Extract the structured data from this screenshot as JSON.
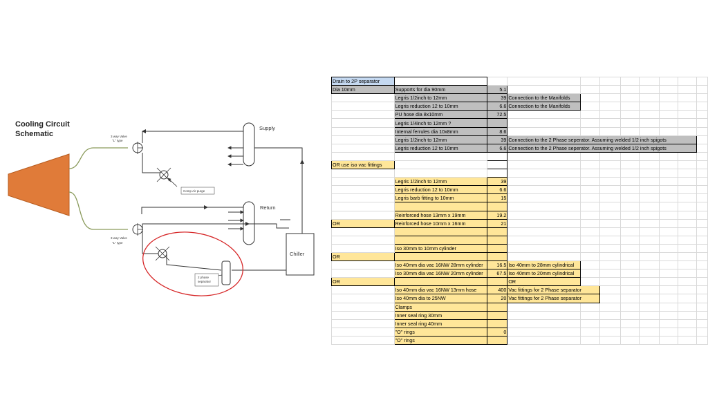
{
  "schematic": {
    "title_line1": "Cooling Circuit",
    "title_line2": "Schematic",
    "valve_top_line1": "3 way Valve",
    "valve_top_line2": "\"L\" type",
    "valve_bottom_line1": "3 way Valve",
    "valve_bottom_line2": "\"L\" type",
    "comp_air_purge": "Comp Air purge",
    "supply": "Supply",
    "return": "Return",
    "chiller": "Chiller",
    "separator_line1": "2 phase",
    "separator_line2": "separator",
    "colors": {
      "device": "#e07b39",
      "hose": "#8a9a5b",
      "highlight": "#d62728",
      "line": "#333333"
    }
  },
  "table": {
    "rows": [
      [
        "Drain to 2P separator",
        "",
        "",
        "",
        "",
        "",
        "",
        "",
        "",
        "",
        ""
      ],
      [
        "Dia 10mm",
        "Supports for dia 90mm",
        "5.1",
        "",
        "",
        "",
        "",
        "",
        "",
        "",
        ""
      ],
      [
        "",
        "Legris  1/2inch to 12mm",
        "39",
        "Connection to the Manifolds",
        "",
        "",
        "",
        "",
        "",
        "",
        ""
      ],
      [
        "",
        "Legris reduction 12 to 10mm",
        "6.6",
        "Connection to the Manifolds",
        "",
        "",
        "",
        "",
        "",
        "",
        ""
      ],
      [
        "",
        "PU hose   dia 8x10mm",
        "72.5",
        "",
        "",
        "",
        "",
        "",
        "",
        "",
        ""
      ],
      [
        "",
        "Legris  1/4inch to 12mm ?",
        "",
        "",
        "",
        "",
        "",
        "",
        "",
        "",
        ""
      ],
      [
        "",
        "Internal ferrules dia 10x8mm",
        "8.6",
        "",
        "",
        "",
        "",
        "",
        "",
        "",
        ""
      ],
      [
        "",
        "Legris  1/2inch to 12mm",
        "39",
        "Connection to the 2 Phase seperator. Assuming welded 1/2 inch spigots",
        "",
        "",
        "",
        "",
        "",
        "",
        ""
      ],
      [
        "",
        "Legris reduction 12 to 10mm",
        "6.6",
        "Connection to the 2 Phase seperator. Assuming welded 1/2 inch spigots",
        "",
        "",
        "",
        "",
        "",
        "",
        ""
      ],
      [
        "",
        "",
        "",
        "",
        "",
        "",
        "",
        "",
        "",
        "",
        ""
      ],
      [
        "OR use iso vac fittings",
        "",
        "",
        "",
        "",
        "",
        "",
        "",
        "",
        "",
        ""
      ],
      [
        "",
        "",
        "",
        "",
        "",
        "",
        "",
        "",
        "",
        "",
        ""
      ],
      [
        "",
        "Legris  1/2inch to 12mm",
        "39",
        "",
        "",
        "",
        "",
        "",
        "",
        "",
        ""
      ],
      [
        "",
        "Legris reduction 12 to 10mm",
        "6.6",
        "",
        "",
        "",
        "",
        "",
        "",
        "",
        ""
      ],
      [
        "",
        "Legris barb fitting to 10mm",
        "15",
        "",
        "",
        "",
        "",
        "",
        "",
        "",
        ""
      ],
      [
        "",
        "",
        "",
        "",
        "",
        "",
        "",
        "",
        "",
        "",
        ""
      ],
      [
        "",
        "Reinforced hose 13mm x 19mm",
        "19.2",
        "",
        "",
        "",
        "",
        "",
        "",
        "",
        ""
      ],
      [
        "OR",
        "Reinforced hose 10mm x 16mm",
        "21",
        "",
        "",
        "",
        "",
        "",
        "",
        "",
        ""
      ],
      [
        "",
        "",
        "",
        "",
        "",
        "",
        "",
        "",
        "",
        "",
        ""
      ],
      [
        "",
        "",
        "",
        "",
        "",
        "",
        "",
        "",
        "",
        "",
        ""
      ],
      [
        "",
        "Iso 30mm to 10mm cylinder",
        "",
        "",
        "",
        "",
        "",
        "",
        "",
        "",
        ""
      ],
      [
        "OR",
        "",
        "",
        "",
        "",
        "",
        "",
        "",
        "",
        "",
        ""
      ],
      [
        "",
        "Iso 40mm dia vac 16NW 28mm cylinder",
        "16.5",
        "Iso 40mm to 28mm cylindrical",
        "",
        "",
        "",
        "",
        "",
        "",
        ""
      ],
      [
        "",
        "Iso 30mm dia vac 16NW 20mm cylinder",
        "67.5",
        "Iso 40mm to 20mm cylindrical",
        "",
        "",
        "",
        "",
        "",
        "",
        ""
      ],
      [
        "OR",
        "",
        "",
        "OR",
        "",
        "",
        "",
        "",
        "",
        "",
        ""
      ],
      [
        "",
        "Iso 40mm dia vac 16NW 13mm hose",
        "400",
        "Vac fittings for 2 Phase separator",
        "",
        "",
        "",
        "",
        "",
        "",
        ""
      ],
      [
        "",
        "Iso 40mm dia to 25NW",
        "20",
        "Vac fittings for 2 Phase separator",
        "",
        "",
        "",
        "",
        "",
        "",
        ""
      ],
      [
        "",
        "Clamps",
        "",
        "",
        "",
        "",
        "",
        "",
        "",
        "",
        ""
      ],
      [
        "",
        "Inner seal ring 30mm",
        "",
        "",
        "",
        "",
        "",
        "",
        "",
        "",
        ""
      ],
      [
        "",
        "Inner seal ring 40mm",
        "",
        "",
        "",
        "",
        "",
        "",
        "",
        "",
        ""
      ],
      [
        "",
        "\"O\" rings",
        "0",
        "",
        "",
        "",
        "",
        "",
        "",
        "",
        ""
      ],
      [
        "",
        "\"O\" rings",
        "",
        "",
        "",
        "",
        "",
        "",
        "",
        "",
        ""
      ]
    ],
    "cell_colors": {
      "blue": "#c5d9f1",
      "grey": "#bfbfbf",
      "yellow": "#ffe699"
    }
  }
}
